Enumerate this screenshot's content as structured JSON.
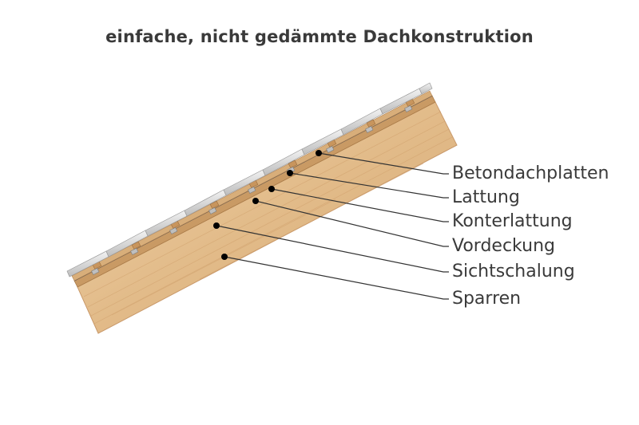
{
  "title": "einfache, nicht gedämmte Dachkonstruktion",
  "labels": [
    "Betondachplatten",
    "Lattung",
    "Konterlattung",
    "Vordeckung",
    "Sichtschalung",
    "Sparren"
  ],
  "colors": {
    "wood_light": "#e9c79a",
    "wood_mid": "#d9ad78",
    "wood_dark": "#c08d55",
    "tiles": "#dcdcdc",
    "leader": "#333333",
    "text": "#3a3a3a"
  }
}
